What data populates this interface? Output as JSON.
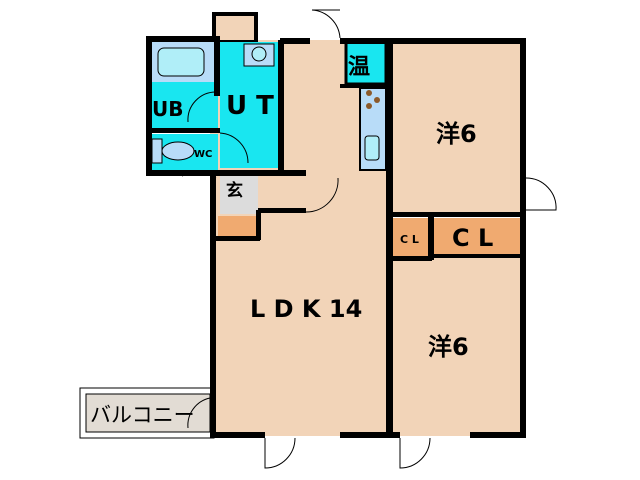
{
  "floorplan": {
    "rooms": {
      "ub": "UB",
      "ut": "U T",
      "wc": "WC",
      "onsui": "温",
      "genkan": "玄",
      "ldk": "L D K 14",
      "western_upper": "洋6",
      "western_lower": "洋6",
      "closet_small": "C L",
      "closet_large": "C L",
      "balcony": "バルコニー"
    },
    "colors": {
      "wet_area": "#19e6f0",
      "floor": "#f2d4b8",
      "closet": "#f0aa70",
      "fixture": "#b8dcf8",
      "balcony": "#e2dcd4",
      "wall": "#000000"
    }
  }
}
